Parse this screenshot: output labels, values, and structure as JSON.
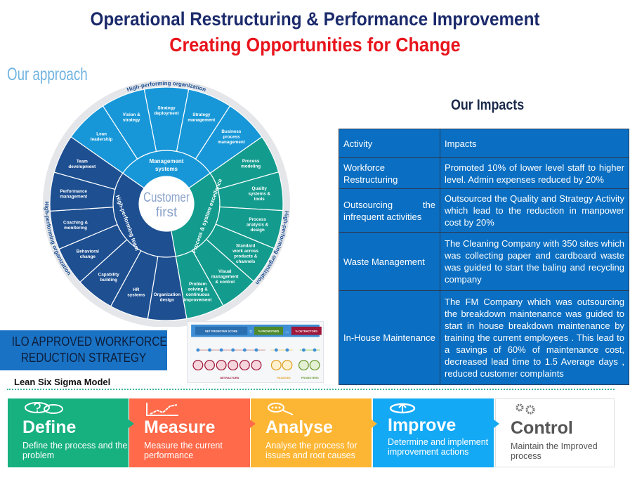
{
  "header": {
    "title": "Operational Restructuring & Performance Improvement",
    "subtitle": "Creating  Opportunities for Change"
  },
  "approach": {
    "heading": "Our approach",
    "ring_label": "High-performing organization",
    "center": [
      "Customer",
      "first"
    ],
    "inner": {
      "management": [
        "Management",
        "systems"
      ],
      "process": "Process & system excellence",
      "team": "High-performing team"
    },
    "light_segments": [
      [
        "Lean",
        "leadership"
      ],
      [
        "Vision &",
        "strategy"
      ],
      [
        "Strategy",
        "deployment"
      ],
      [
        "Strategy",
        "management"
      ],
      [
        "Business",
        "process",
        "management"
      ]
    ],
    "teal_segments": [
      [
        "Process",
        "modeling"
      ],
      [
        "Quality",
        "systems &",
        "tools"
      ],
      [
        "Process",
        "analysis &",
        "design"
      ],
      [
        "Standard",
        "work across",
        "products &",
        "channels"
      ],
      [
        "Visual",
        "management",
        "& control"
      ],
      [
        "Problem",
        "solving &",
        "continuous",
        "improvement"
      ]
    ],
    "dark_segments": [
      [
        "Organization",
        "design"
      ],
      [
        "HR",
        "systems"
      ],
      [
        "Capability",
        "building"
      ],
      [
        "Behavioral",
        "change"
      ],
      [
        "Coaching &",
        "monitoring"
      ],
      [
        "Performance",
        "management"
      ],
      [
        "Team",
        "development"
      ]
    ],
    "colors": {
      "light": "#1797d8",
      "teal": "#139c8e",
      "dark": "#1d4f91",
      "ring": "#e4e6ea"
    }
  },
  "impacts": {
    "heading": "Our Impacts",
    "columns": [
      "Activity",
      "Impacts"
    ],
    "rows": [
      {
        "activity": "Workforce Restructuring",
        "impact": "Promoted 10% of lower level staff  to higher level. Admin expenses reduced by 20%"
      },
      {
        "activity": "Outsourcing the infrequent activities",
        "impact": "Outsourced the Quality and Strategy Activity which lead to  the reduction in manpower cost by  20%"
      },
      {
        "activity": "Waste Management",
        "impact": "The Cleaning Company with 350 sites which was collecting  paper and cardboard waste was guided to start the  baling and recycling company"
      },
      {
        "activity": "In-House Maintenance",
        "impact": "The FM Company which was outsourcing the breakdown maintenance  was guided to start in house breakdown maintenance  by training the current employees . This lead to a savings of  60% of maintenance cost, decreased  lead time to 1.5 Average days , reduced customer complaints"
      }
    ]
  },
  "ilo": {
    "line1": "ILO APPROVED WORKFORCE",
    "line2": "REDUCTION STRATEGY"
  },
  "nps": {
    "score": "NET PROMOTER SCORE",
    "promoters_pct": "% PROMOTERS",
    "detractors_pct": "% DETRACTORS",
    "detractors": "DETRACTORS",
    "passives": "PASSIVES",
    "promoters": "PROMOTERS",
    "eq": "=",
    "minus": "—"
  },
  "lean": {
    "label": "Lean Six Sigma Model",
    "steps": [
      {
        "name": "Define",
        "desc": "Define the process and the problem",
        "color": "#17b07f"
      },
      {
        "name": "Measure",
        "desc": "Measure the current performance",
        "color": "#fe6a4a"
      },
      {
        "name": "Analyse",
        "desc": "Analyse the process for issues and root causes",
        "color": "#fdb634"
      },
      {
        "name": "Improve",
        "desc": "Determine and implement improvement actions",
        "color": "#14a9f5"
      },
      {
        "name": "Control",
        "desc": "Maintain the Improved process",
        "color": "#ffffff"
      }
    ]
  }
}
